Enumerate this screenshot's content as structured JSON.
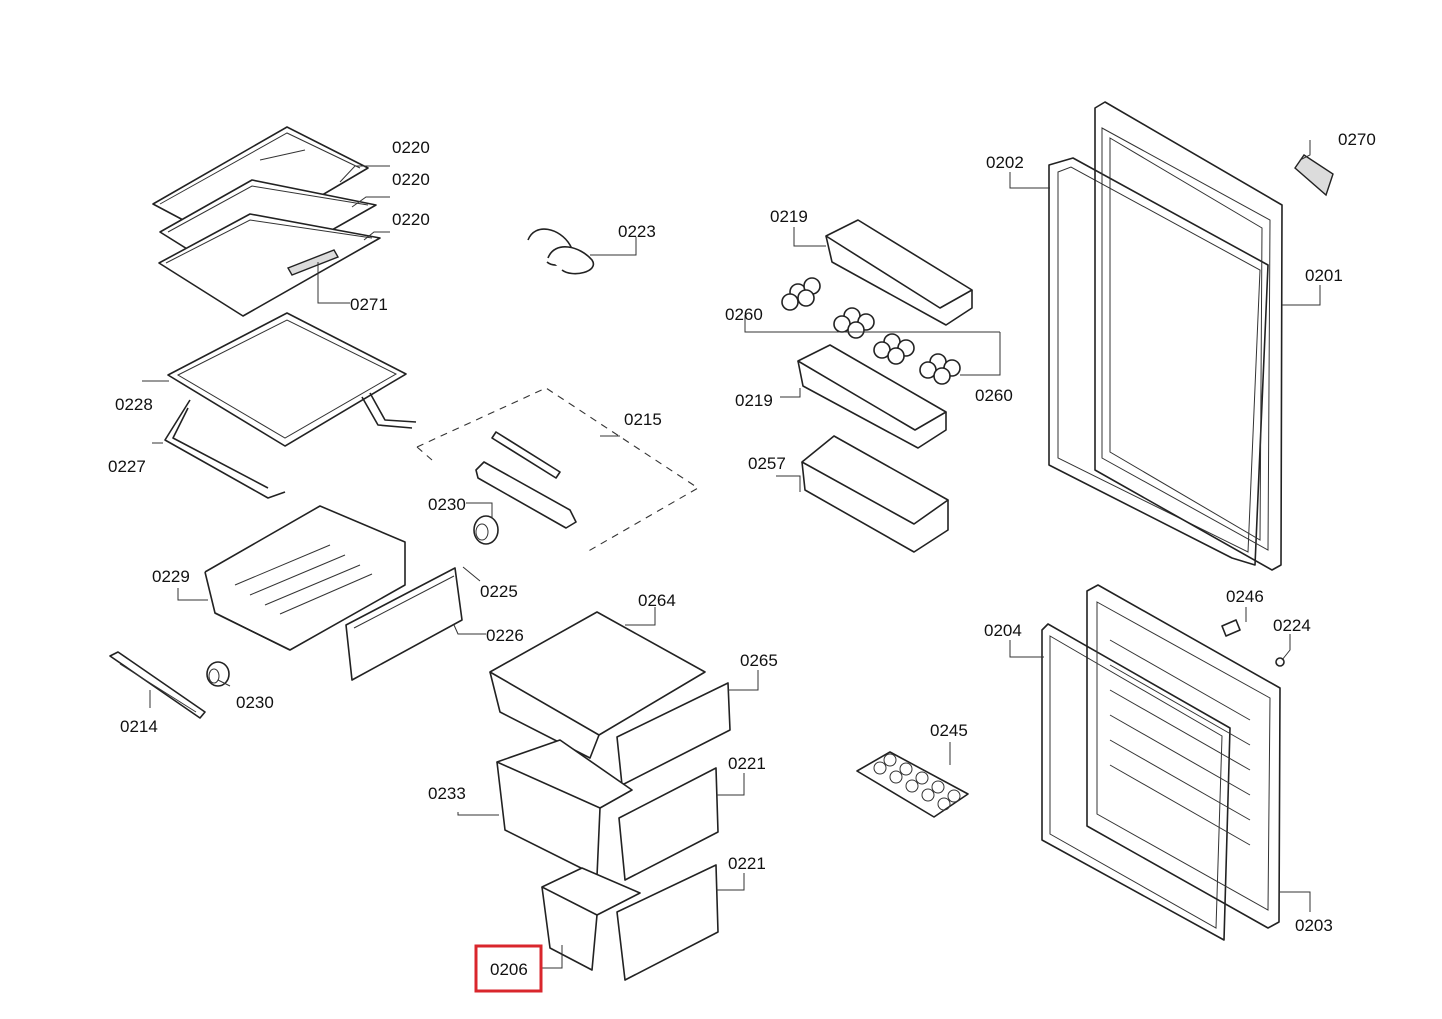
{
  "colors": {
    "highlight": "#d9262c",
    "line": "#222222"
  },
  "highlighted_label": "0206",
  "labels": {
    "l0220a": "0220",
    "l0220b": "0220",
    "l0220c": "0220",
    "l0271": "0271",
    "l0228": "0228",
    "l0227": "0227",
    "l0223": "0223",
    "l0215": "0215",
    "l0230a": "0230",
    "l0229": "0229",
    "l0225": "0225",
    "l0226": "0226",
    "l0214": "0214",
    "l0230b": "0230",
    "l0264": "0264",
    "l0265": "0265",
    "l0233": "0233",
    "l0221a": "0221",
    "l0221b": "0221",
    "l0206": "0206",
    "l0219a": "0219",
    "l0260a": "0260",
    "l0260b": "0260",
    "l0219b": "0219",
    "l0257": "0257",
    "l0245": "0245",
    "l0202": "0202",
    "l0270": "0270",
    "l0201": "0201",
    "l0204": "0204",
    "l0246": "0246",
    "l0224": "0224",
    "l0203": "0203"
  }
}
